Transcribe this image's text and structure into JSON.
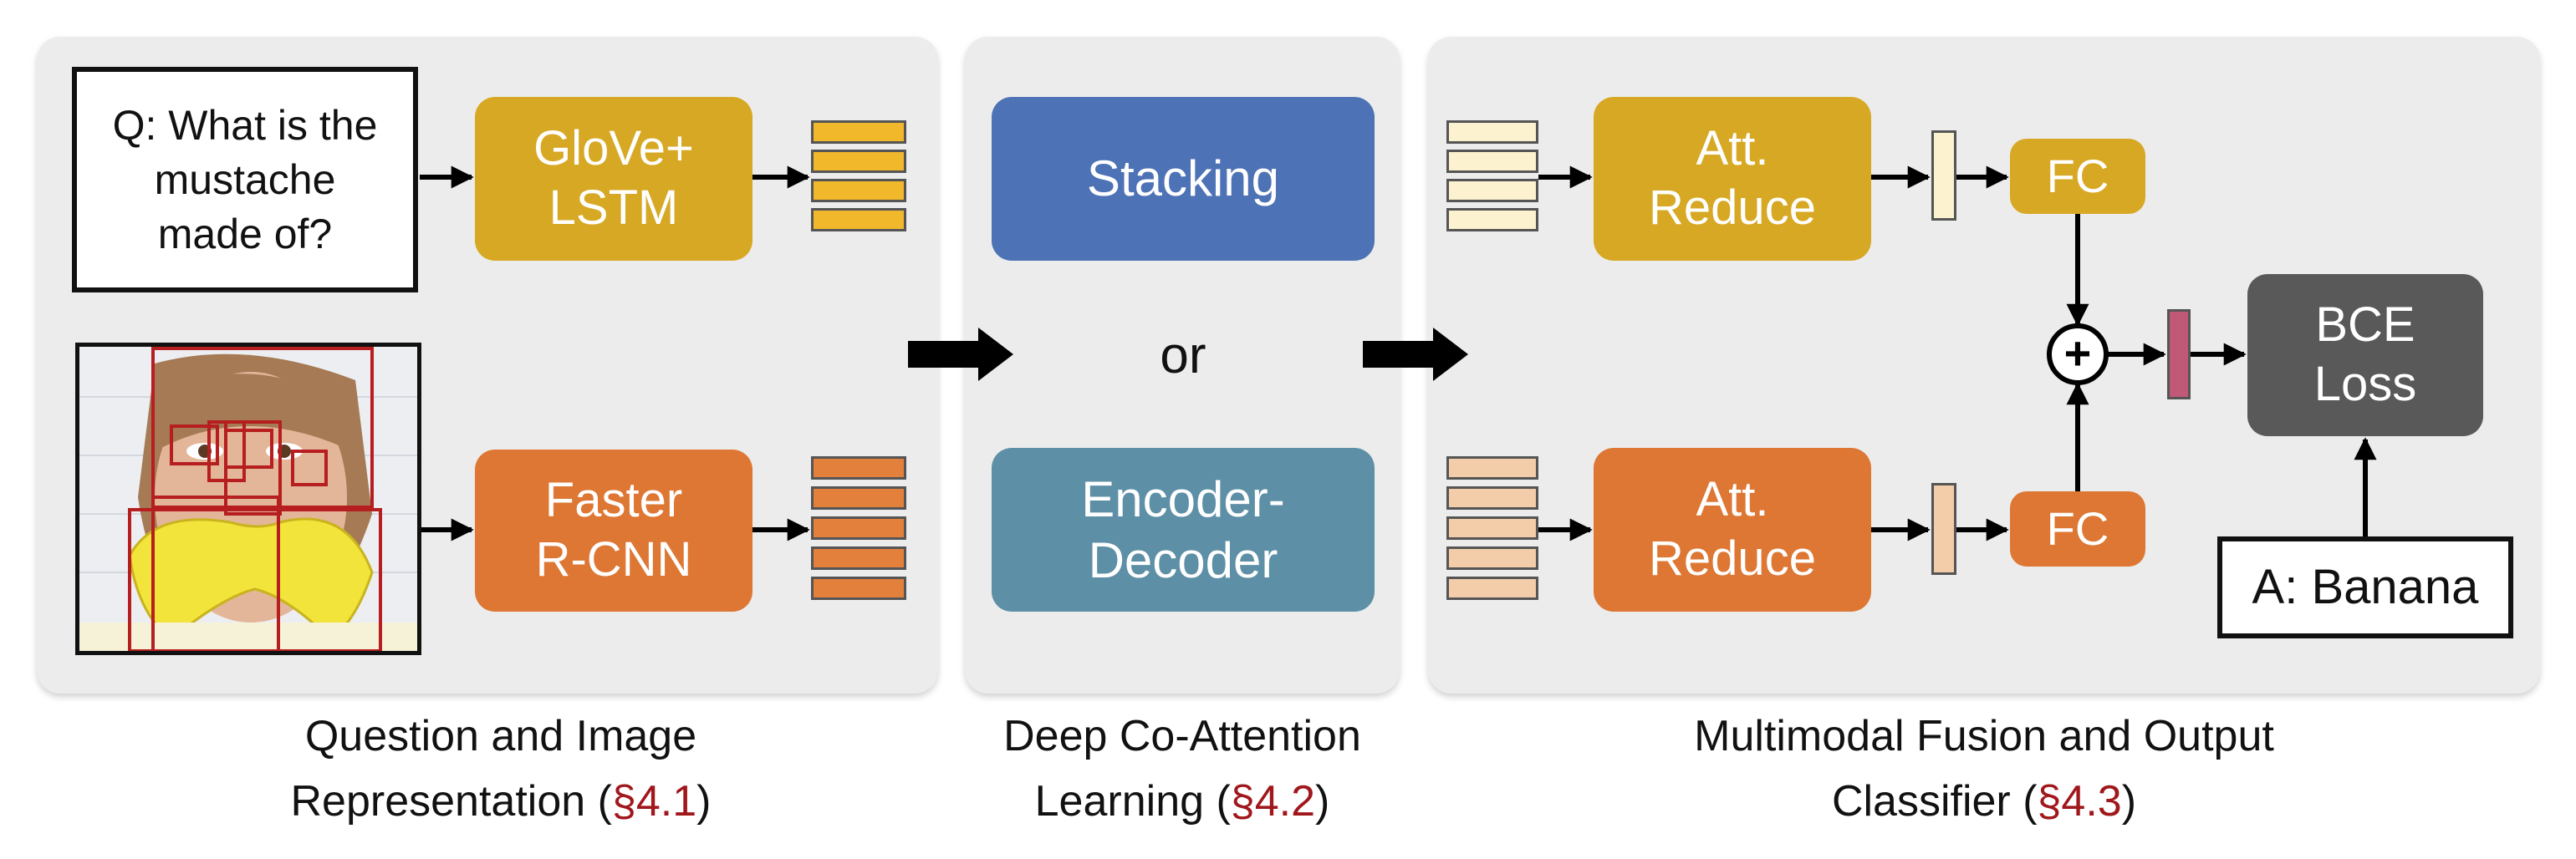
{
  "sections": {
    "representation": {
      "caption_line1": "Question and Image",
      "caption_line2_prefix": "Representation (",
      "caption_ref": "§4.1",
      "caption_suffix": ")"
    },
    "coattention": {
      "caption_line1": "Deep Co-Attention",
      "caption_line2_prefix": "Learning (",
      "caption_ref": "§4.2",
      "caption_suffix": ")"
    },
    "fusion": {
      "caption_line1": "Multimodal Fusion and Output",
      "caption_line2_prefix": "Classifier (",
      "caption_ref": "§4.3",
      "caption_suffix": ")"
    }
  },
  "question": {
    "line1": "Q: What is the",
    "line2": "mustache",
    "line3": "made of?"
  },
  "blocks": {
    "glove_line1": "GloVe+",
    "glove_line2": "LSTM",
    "rcnn_line1": "Faster",
    "rcnn_line2": "R-CNN",
    "stacking": "Stacking",
    "or": "or",
    "encdec_line1": "Encoder-",
    "encdec_line2": "Decoder",
    "att1_line1": "Att.",
    "att1_line2": "Reduce",
    "att2_line1": "Att.",
    "att2_line2": "Reduce",
    "fc1": "FC",
    "fc2": "FC",
    "plus": "+",
    "bce_line1": "BCE",
    "bce_line2": "Loss",
    "answer": "A: Banana"
  },
  "colors": {
    "yellow": "#d7a823",
    "orange": "#dd7733",
    "blue": "#4d72b5",
    "teal": "#5d8fa6",
    "gray": "#595959",
    "yellow_feature": "#f2b82b",
    "orange_feature": "#e3803b",
    "light_yellow_feature": "#fdf2d0",
    "light_orange_feature": "#f3cdaa",
    "fused_feature": "#c05878",
    "ref_red": "#a0171c"
  }
}
